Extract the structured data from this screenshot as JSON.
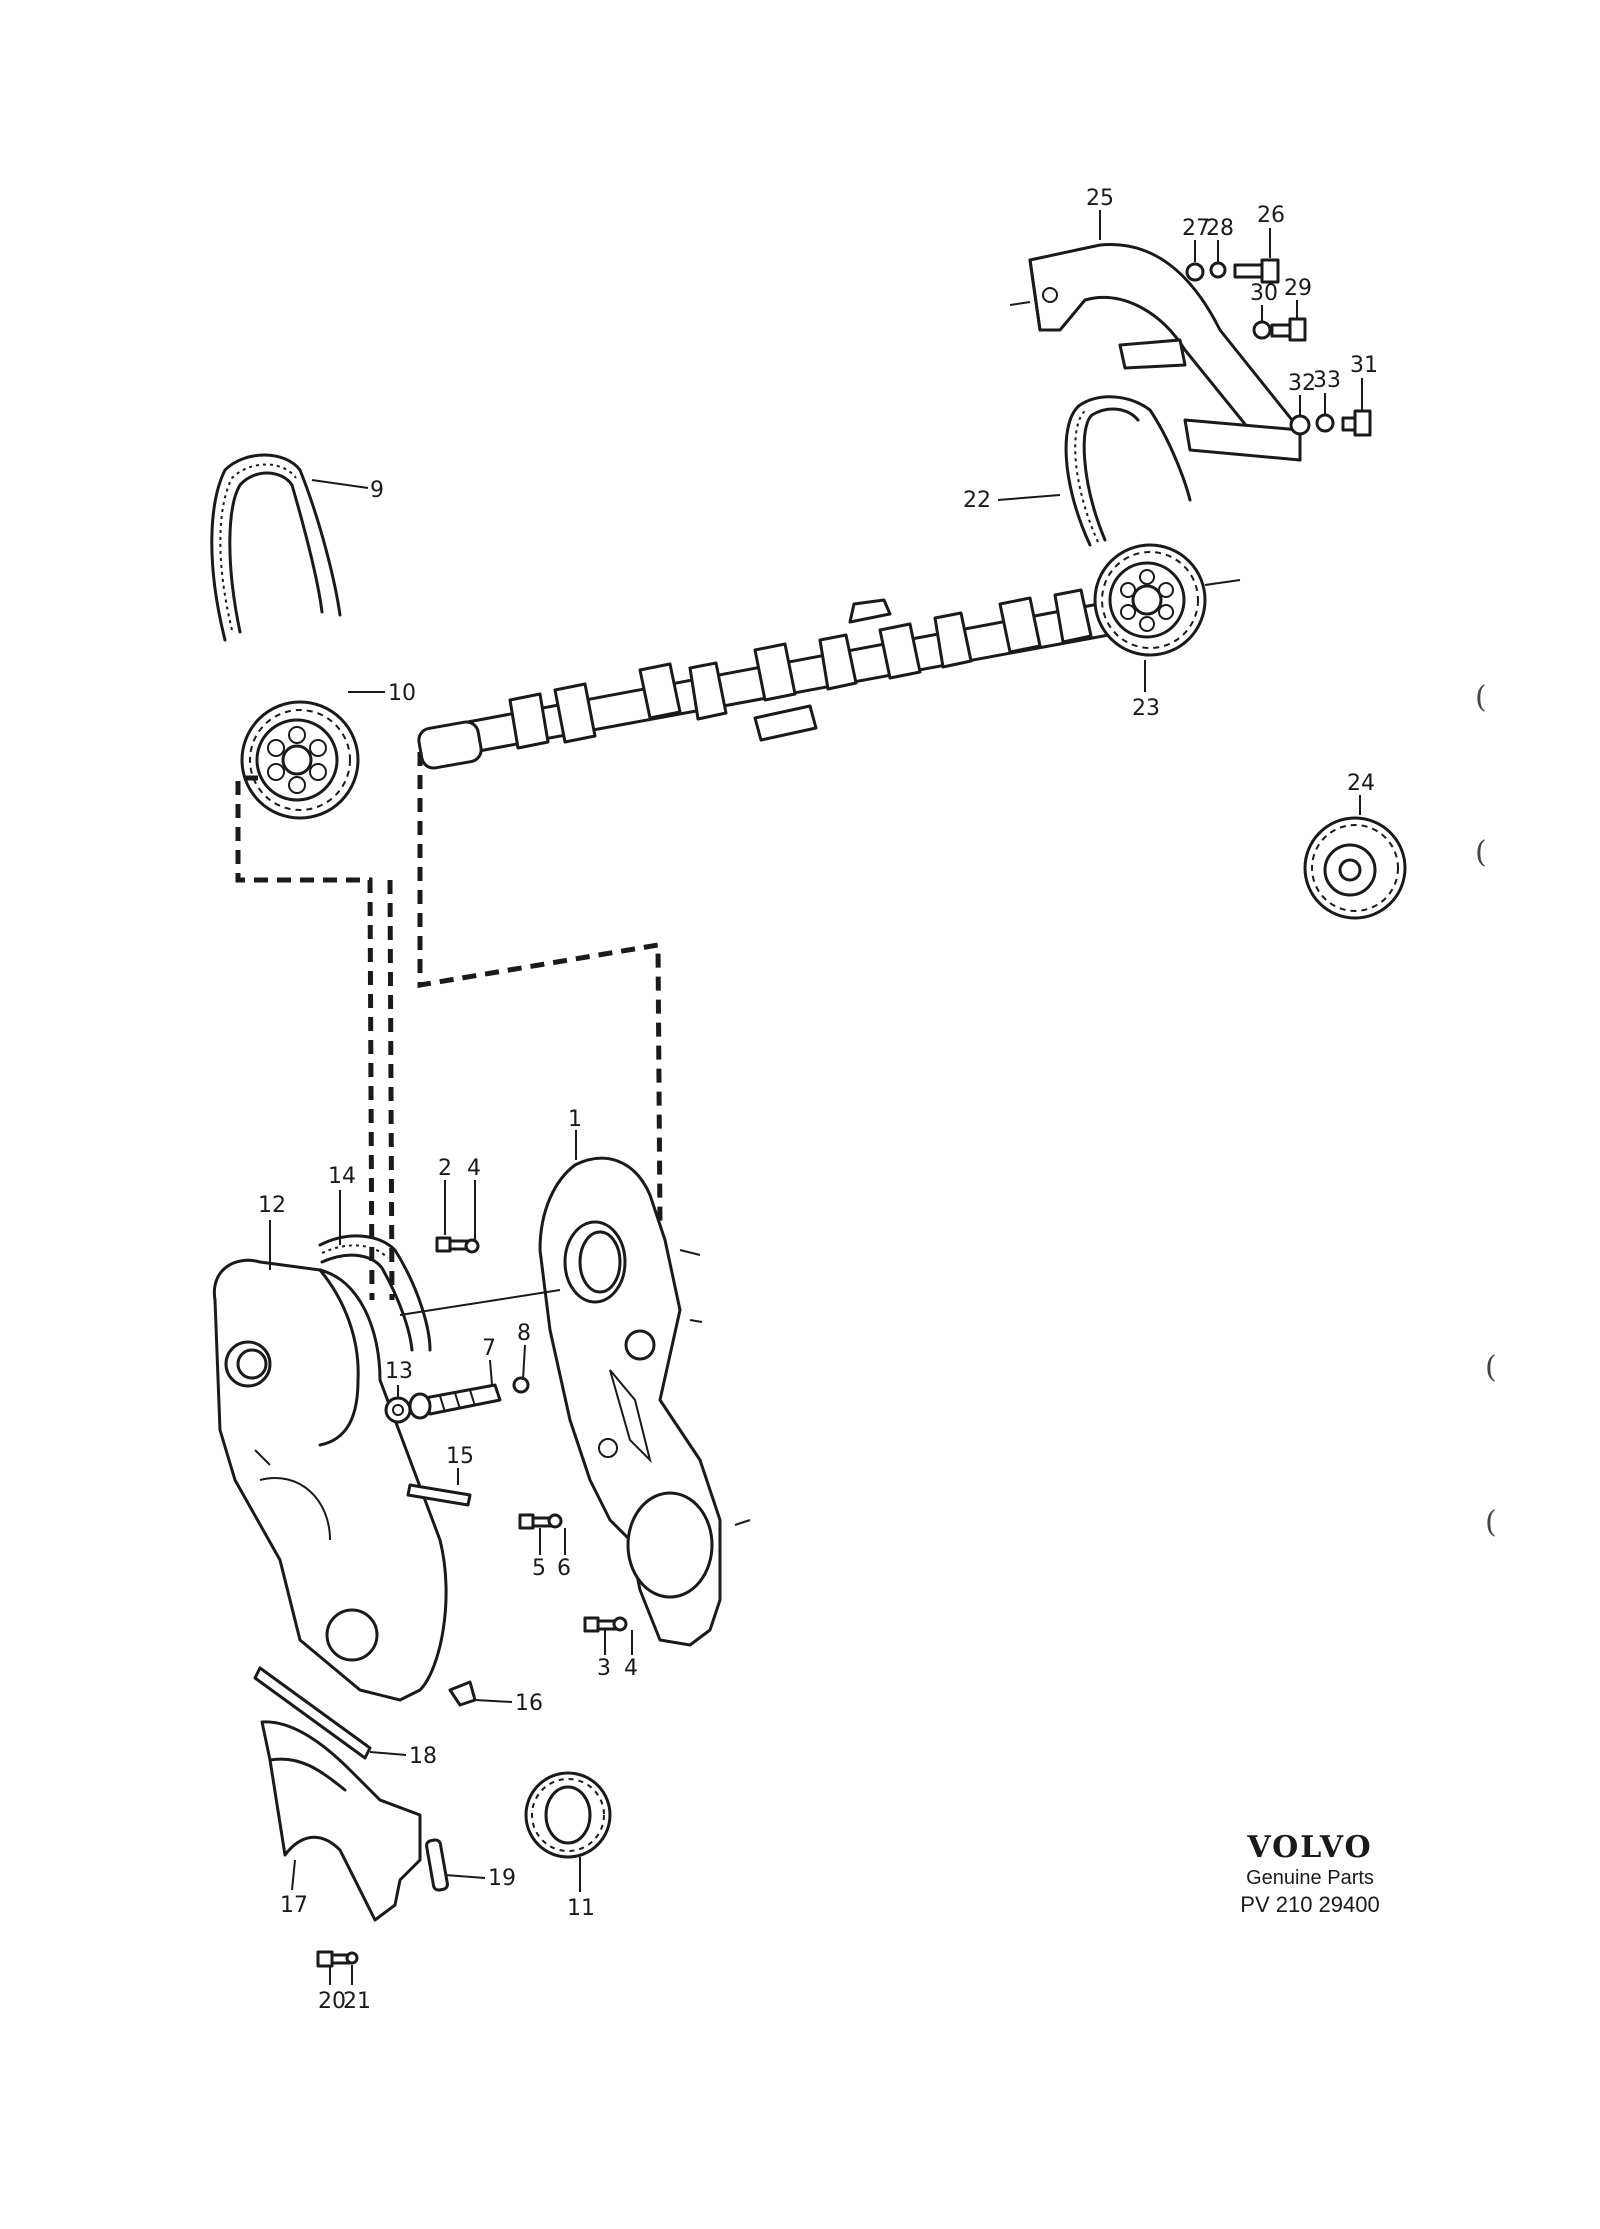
{
  "callouts": [
    {
      "id": "c1",
      "label": "1"
    },
    {
      "id": "c2",
      "label": "2"
    },
    {
      "id": "c3",
      "label": "3"
    },
    {
      "id": "c4a",
      "label": "4"
    },
    {
      "id": "c4b",
      "label": "4"
    },
    {
      "id": "c5",
      "label": "5"
    },
    {
      "id": "c6",
      "label": "6"
    },
    {
      "id": "c7",
      "label": "7"
    },
    {
      "id": "c8",
      "label": "8"
    },
    {
      "id": "c9",
      "label": "9"
    },
    {
      "id": "c10",
      "label": "10"
    },
    {
      "id": "c11",
      "label": "11"
    },
    {
      "id": "c12",
      "label": "12"
    },
    {
      "id": "c13",
      "label": "13"
    },
    {
      "id": "c14",
      "label": "14"
    },
    {
      "id": "c15",
      "label": "15"
    },
    {
      "id": "c16",
      "label": "16"
    },
    {
      "id": "c17",
      "label": "17"
    },
    {
      "id": "c18",
      "label": "18"
    },
    {
      "id": "c19",
      "label": "19"
    },
    {
      "id": "c20",
      "label": "20"
    },
    {
      "id": "c21",
      "label": "21"
    },
    {
      "id": "c22",
      "label": "22"
    },
    {
      "id": "c23",
      "label": "23"
    },
    {
      "id": "c24",
      "label": "24"
    },
    {
      "id": "c25",
      "label": "25"
    },
    {
      "id": "c26",
      "label": "26"
    },
    {
      "id": "c27",
      "label": "27"
    },
    {
      "id": "c28",
      "label": "28"
    },
    {
      "id": "c29",
      "label": "29"
    },
    {
      "id": "c30",
      "label": "30"
    },
    {
      "id": "c31",
      "label": "31"
    },
    {
      "id": "c32",
      "label": "32"
    },
    {
      "id": "c33",
      "label": "33"
    }
  ],
  "brand": {
    "logo": "VOLVO",
    "subtitle": "Genuine Parts",
    "code": "PV 210 29400"
  },
  "margin_marks": [
    "(",
    "(",
    "(",
    "("
  ]
}
